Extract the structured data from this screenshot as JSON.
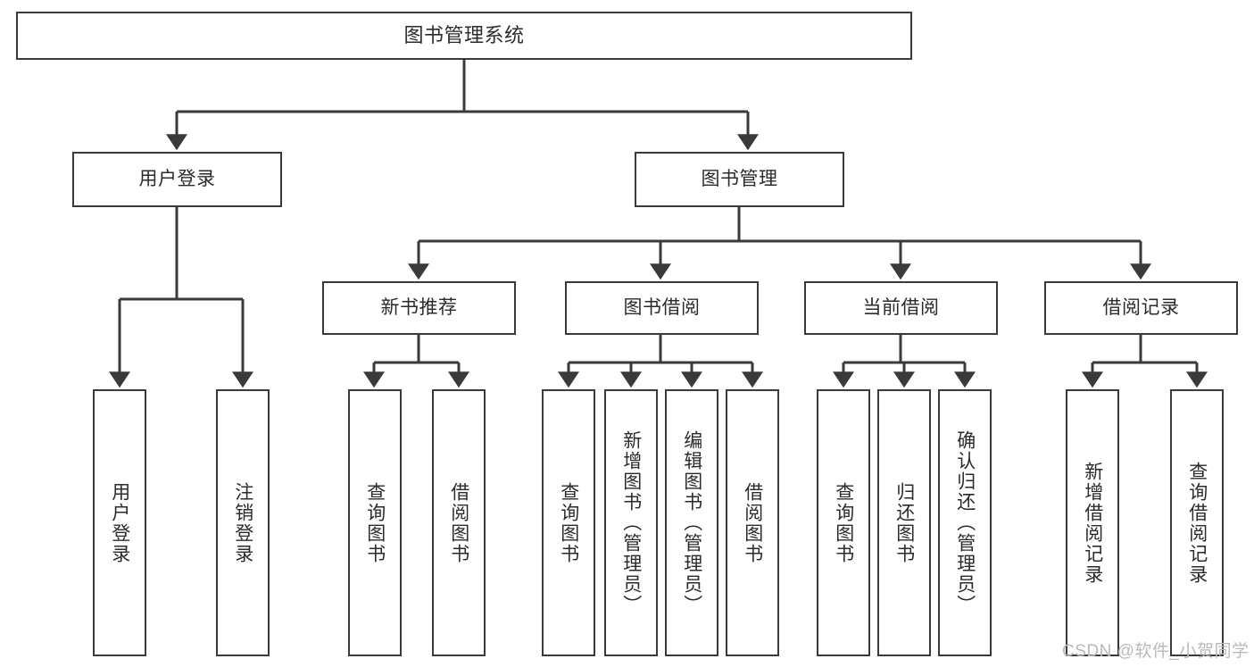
{
  "diagram": {
    "title": "图书管理系统",
    "root": {
      "label": "图书管理系统"
    },
    "level2": [
      {
        "label": "用户登录"
      },
      {
        "label": "图书管理"
      }
    ],
    "level3": [
      {
        "label": "新书推荐"
      },
      {
        "label": "图书借阅"
      },
      {
        "label": "当前借阅"
      },
      {
        "label": "借阅记录"
      }
    ],
    "leaves": [
      {
        "label": "用户登录",
        "parent": "用户登录"
      },
      {
        "label": "注销登录",
        "parent": "用户登录"
      },
      {
        "label": "查询图书",
        "parent": "新书推荐"
      },
      {
        "label": "借阅图书",
        "parent": "新书推荐"
      },
      {
        "label": "查询图书",
        "parent": "图书借阅"
      },
      {
        "label": "新增图书（管理员）",
        "parent": "图书借阅"
      },
      {
        "label": "编辑图书（管理员）",
        "parent": "图书借阅"
      },
      {
        "label": "借阅图书",
        "parent": "图书借阅"
      },
      {
        "label": "查询图书",
        "parent": "当前借阅"
      },
      {
        "label": "归还图书",
        "parent": "当前借阅"
      },
      {
        "label": "确认归还（管理员）",
        "parent": "当前借阅"
      },
      {
        "label": "新增借阅记录",
        "parent": "借阅记录"
      },
      {
        "label": "查询借阅记录",
        "parent": "借阅记录"
      }
    ]
  },
  "watermark": {
    "text": "CSDN @软件_小贺同学"
  },
  "colors": {
    "border": "#3a3a3a",
    "text": "#2b2b2b",
    "background": "#ffffff",
    "watermark": "#b9b9b9"
  }
}
